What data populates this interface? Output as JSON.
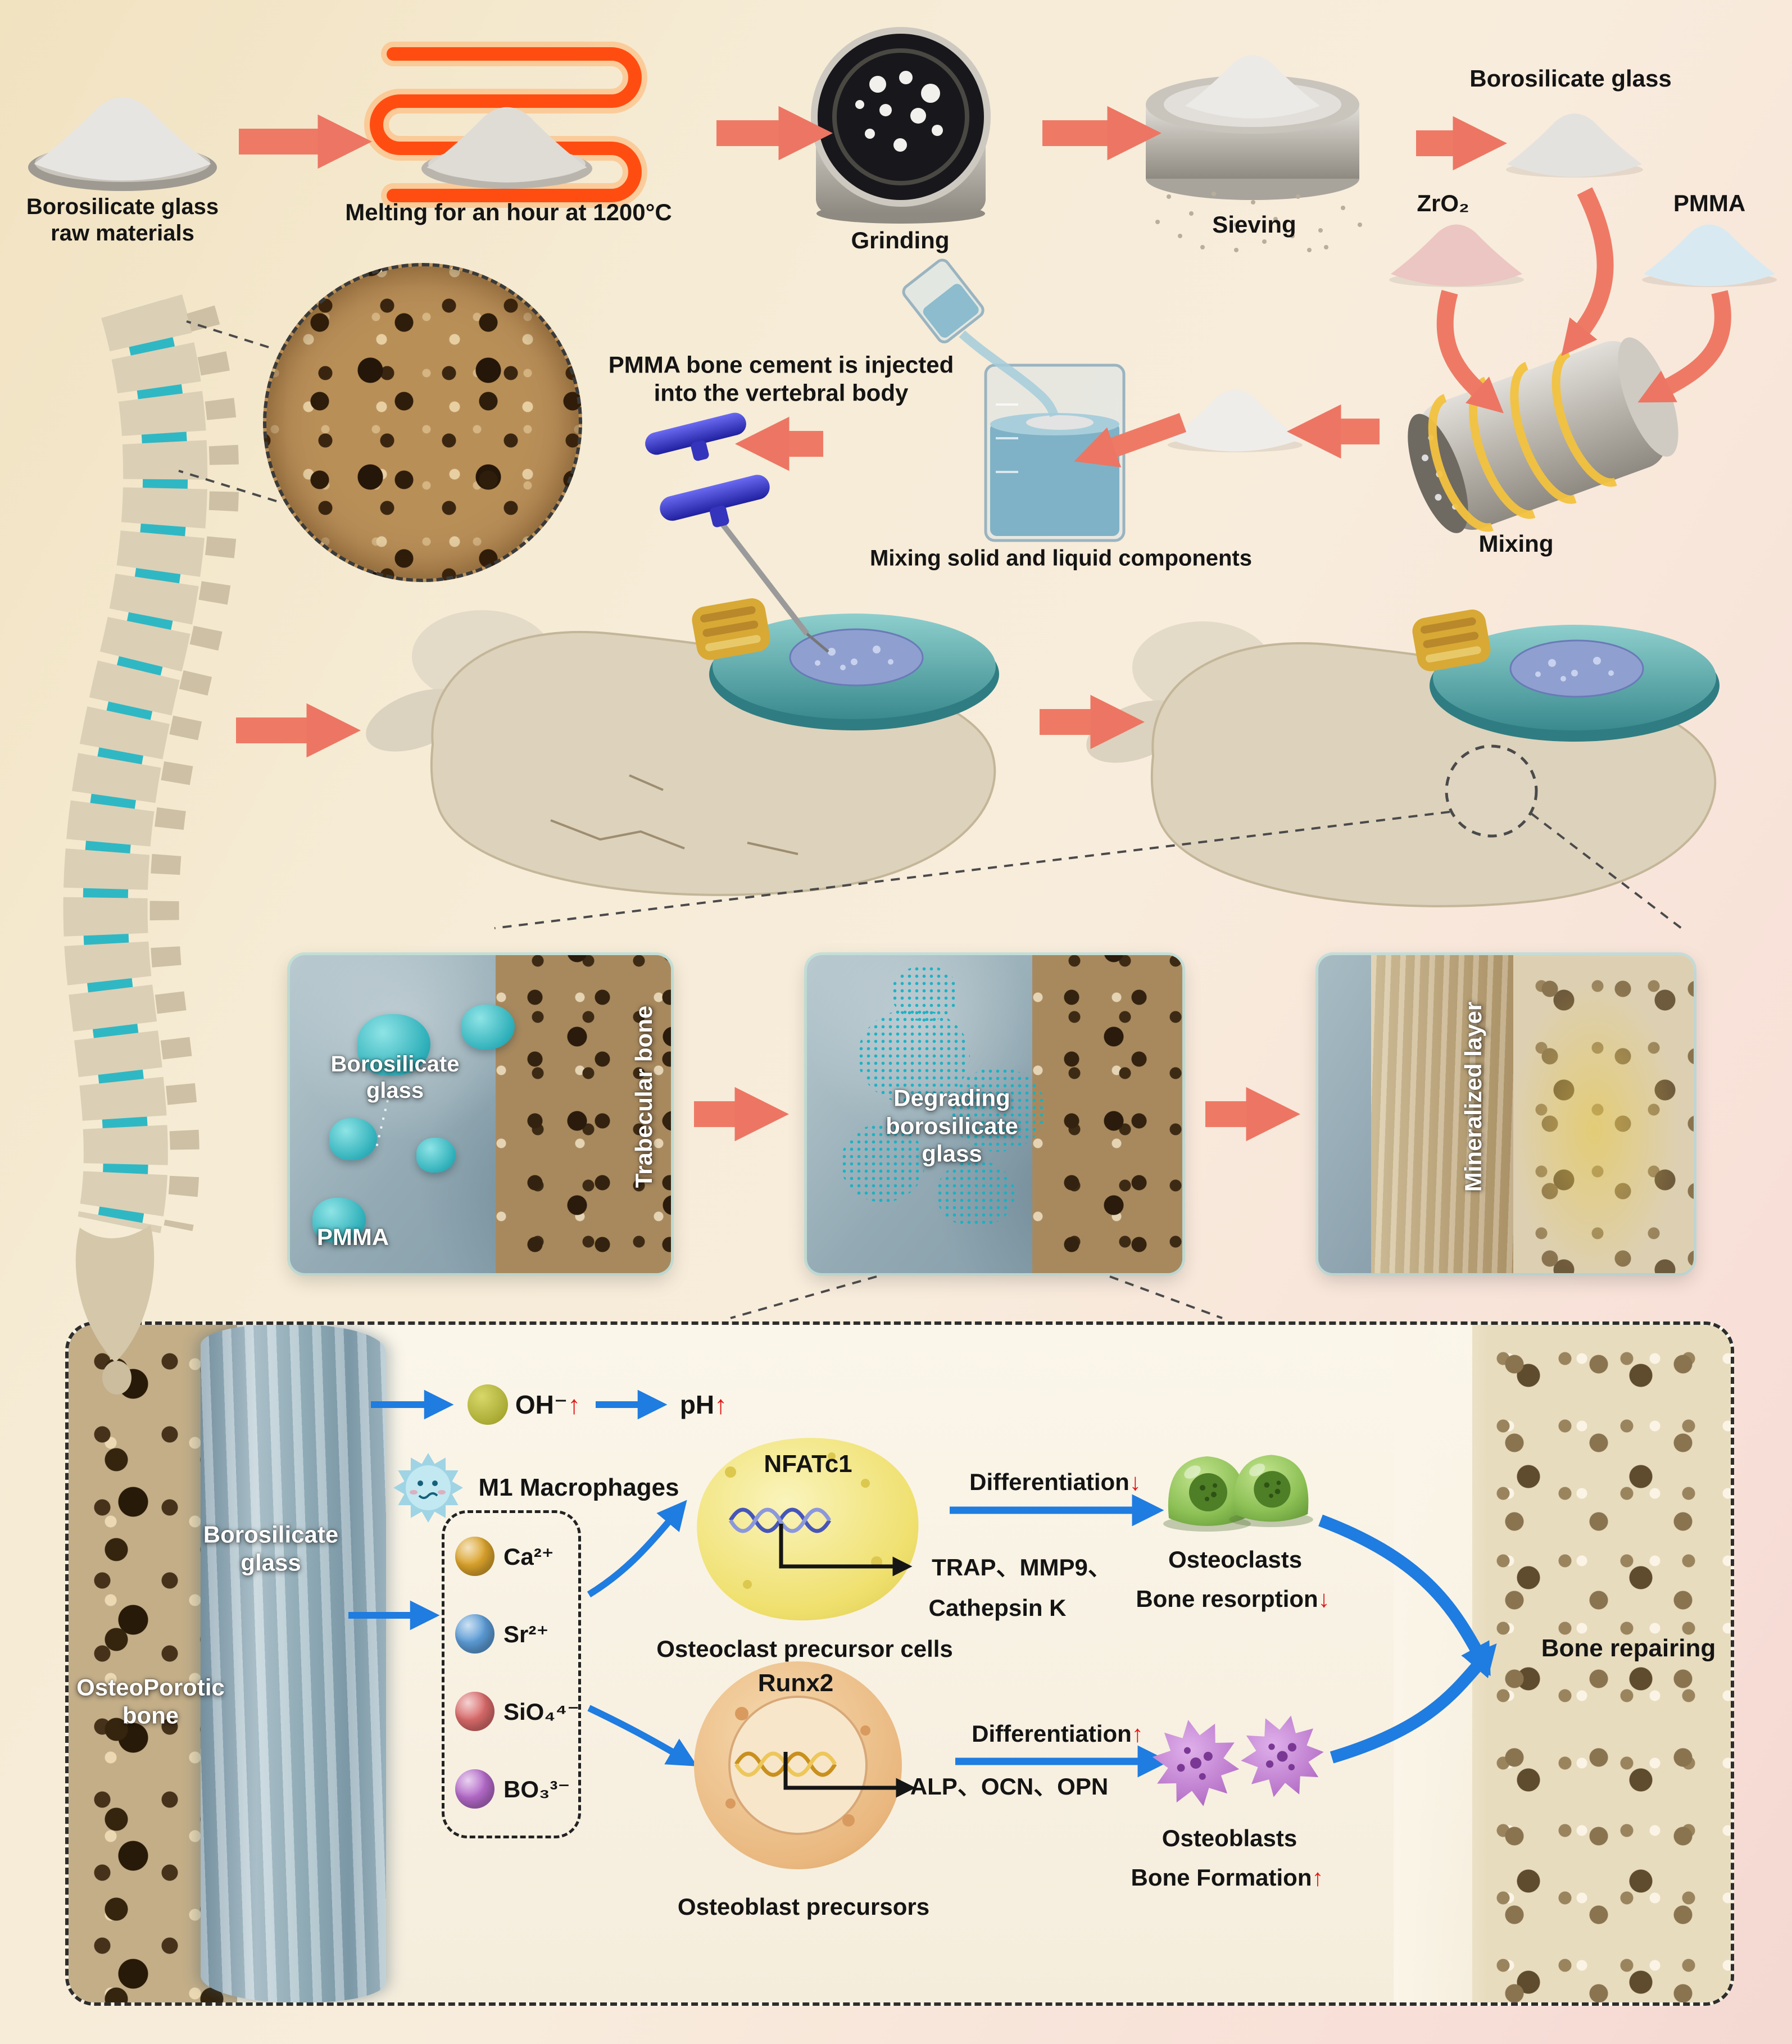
{
  "colors": {
    "flow_arrow": "#ec7663",
    "pathway_arrow": "#1f7ce0",
    "emphasis_red": "#e01818",
    "panel_glow": "#9fd8d8",
    "disc_teal": "#3fa8ac"
  },
  "top_flow": {
    "raw_materials": "Borosilicate glass raw materials",
    "melting": "Melting for an hour at 1200°C",
    "grinding": "Grinding",
    "sieving": "Sieving",
    "borosilicate_glass": "Borosilicate glass",
    "zro2": "ZrO₂",
    "pmma": "PMMA",
    "mixing": "Mixing",
    "mixing_components": "Mixing solid and liquid components",
    "injection": "PMMA bone cement is injected into the vertebral body"
  },
  "panels": {
    "panel1": {
      "glass": "Borosilicate glass",
      "pmma": "PMMA",
      "trabecular": "Trabecular bone"
    },
    "panel2": {
      "label": "Degrading borosilicate glass"
    },
    "panel3": {
      "label": "Mineralized layer"
    }
  },
  "mechanism": {
    "oh": {
      "text": "OH⁻",
      "arrow": "↑"
    },
    "ph": {
      "text": "pH",
      "arrow": "↑"
    },
    "m1_macrophages": "M1 Macrophages",
    "glass_label": "Borosilicate glass",
    "bone_label": "OsteoPorotic bone",
    "ions": [
      {
        "label": "Ca²⁺",
        "color": "#dba32c"
      },
      {
        "label": "Sr²⁺",
        "color": "#5b9bd5"
      },
      {
        "label": "SiO₄⁴⁻",
        "color": "#d96a6a"
      },
      {
        "label": "BO₃³⁻",
        "color": "#b46ac9"
      }
    ],
    "osteoclast_path": {
      "gene": "NFATc1",
      "markers_line1": "TRAP、MMP9、",
      "markers_line2": "Cathepsin K",
      "cell": "Osteoclast precursor cells",
      "differentiation": {
        "text": "Differentiation",
        "arrow": "↓"
      },
      "result_cell": "Osteoclasts",
      "effect": {
        "text": "Bone resorption",
        "arrow": "↓"
      }
    },
    "osteoblast_path": {
      "gene": "Runx2",
      "markers": "ALP、OCN、OPN",
      "cell": "Osteoblast precursors",
      "differentiation": {
        "text": "Differentiation",
        "arrow": "↑"
      },
      "result_cell": "Osteoblasts",
      "effect": {
        "text": "Bone Formation",
        "arrow": "↑"
      }
    },
    "outcome": "Bone repairing"
  }
}
